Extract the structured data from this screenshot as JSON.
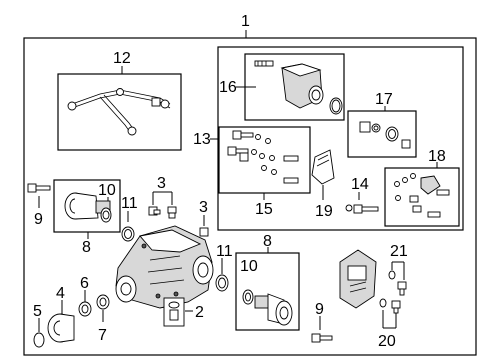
{
  "callouts": {
    "c1": "1",
    "c2": "2",
    "c3a": "3",
    "c3b": "3",
    "c4": "4",
    "c5": "5",
    "c6": "6",
    "c7": "7",
    "c8a": "8",
    "c8b": "8",
    "c9a": "9",
    "c9b": "9",
    "c10a": "10",
    "c10b": "10",
    "c11a": "11",
    "c11b": "11",
    "c12": "12",
    "c13": "13",
    "c14": "14",
    "c15": "15",
    "c16": "16",
    "c17": "17",
    "c18": "18",
    "c19": "19",
    "c20": "20",
    "c21": "21"
  },
  "icons": {
    "differential": "rear-differential-assembly-icon",
    "breather": "breather-tube-icon",
    "actuator": "locking-actuator-motor-icon",
    "axle_seal": "axle-seal-ring-icon",
    "output_flange": "output-flange-icon",
    "bolt": "bolt-icon",
    "sensor": "temperature-sensor-icon",
    "bracket": "mounting-bracket-icon"
  }
}
